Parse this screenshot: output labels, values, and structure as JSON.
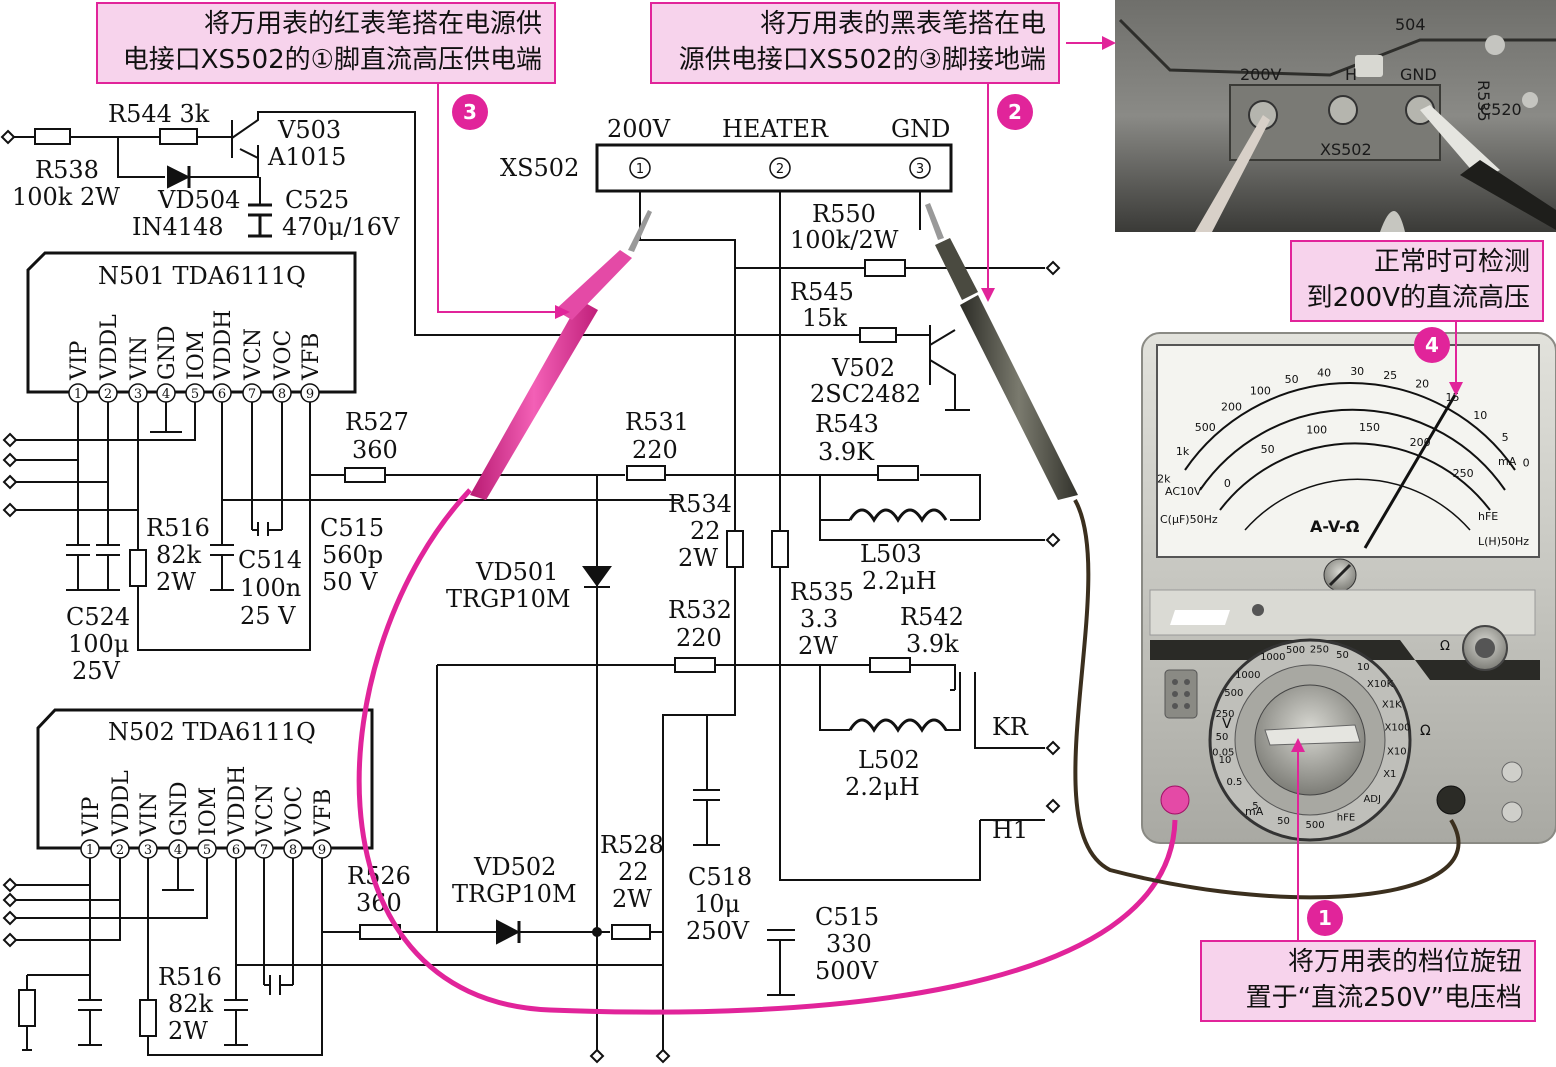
{
  "callouts": {
    "c1": {
      "line1": "将万用表的红表笔搭在电源供",
      "line2": "电接口XS502的①脚直流高压供电端"
    },
    "c2": {
      "line1": "将万用表的黑表笔搭在电",
      "line2": "源供电接口XS502的③脚接地端"
    },
    "c3": {
      "line1": "正常时可检测",
      "line2": "到200V的直流高压"
    },
    "c4": {
      "line1": "将万用表的档位旋钮",
      "line2": "置于“直流250V”电压档"
    }
  },
  "steps": {
    "s1": "1",
    "s2": "2",
    "s3": "3",
    "s4": "4"
  },
  "colors": {
    "accent": "#e1249a",
    "caption_bg": "#f7d3ec",
    "red_probe": "#e8339a",
    "black_probe": "#4a4a40"
  },
  "photo": {
    "label_504": "504",
    "label_200v": "200V",
    "label_h": "H",
    "label_gnd": "GND",
    "label_r535": "R535",
    "label_c520": "C520",
    "label_xs502": "XS502"
  },
  "connector": {
    "name": "XS502",
    "pin1": "200V",
    "pin2": "HEATER",
    "pin3": "GND",
    "n1": "1",
    "n2": "2",
    "n3": "3"
  },
  "components": {
    "r538": [
      "R538",
      "100k  2W"
    ],
    "r544": [
      "R544  3k"
    ],
    "vd504": [
      "VD504",
      "IN4148"
    ],
    "v503": [
      "V503",
      "A1015"
    ],
    "c525": [
      "C525",
      "470μ/16V"
    ],
    "r550": [
      "R550",
      "100k/2W"
    ],
    "r545": [
      "R545",
      "15k"
    ],
    "v502": [
      "V502",
      "2SC2482"
    ],
    "r527": [
      "R527",
      "360"
    ],
    "r531": [
      "R531",
      "220"
    ],
    "r543": [
      "R543",
      "3.9K"
    ],
    "r534": [
      "R534",
      "22",
      "2W"
    ],
    "l503": [
      "L503",
      "2.2μH"
    ],
    "r516a": [
      "R516",
      "82k",
      "2W"
    ],
    "c514": [
      "C514",
      "100n",
      "25 V"
    ],
    "c515a": [
      "C515",
      "560p",
      "50 V"
    ],
    "c524": [
      "C524",
      "100μ",
      "25V"
    ],
    "vd501": [
      "VD501",
      "TRGP10M"
    ],
    "r535": [
      "R535",
      "3.3",
      "2W"
    ],
    "r532": [
      "R532",
      "220"
    ],
    "r542": [
      "R542",
      "3.9k"
    ],
    "l502": [
      "L502",
      "2.2μH"
    ],
    "kr": [
      "KR"
    ],
    "h1": [
      "H1"
    ],
    "r526": [
      "R526",
      "360"
    ],
    "vd502": [
      "VD502",
      "TRGP10M"
    ],
    "r528": [
      "R528",
      "22",
      "2W"
    ],
    "c518": [
      "C518",
      "10μ",
      "250V"
    ],
    "c515b": [
      "C515",
      "330",
      "500V"
    ],
    "r516b": [
      "R516",
      "82k",
      "2W"
    ]
  },
  "ics": {
    "n501": {
      "title": "N501  TDA6111Q"
    },
    "n502": {
      "title": "N502  TDA6111Q"
    },
    "pins": [
      "VIP",
      "VDDL",
      "VIN",
      "GND",
      "IOM",
      "VDDH",
      "VCN",
      "VOC",
      "VFB"
    ],
    "nums": [
      "1",
      "2",
      "3",
      "4",
      "5",
      "6",
      "7",
      "8",
      "9"
    ]
  },
  "meter": {
    "scale_top": [
      "0",
      "5",
      "10",
      "15",
      "20",
      "25",
      "30",
      "40",
      "50",
      "100",
      "200",
      "500",
      "1k",
      "2k"
    ],
    "scale_mid": [
      "0",
      "50",
      "100",
      "150",
      "200",
      "250"
    ],
    "scale_mid2": [
      "0",
      "10",
      "20",
      "30",
      "40",
      "50"
    ],
    "ac_label": "AC10V",
    "cap_label": "C(μF)50Hz",
    "ind_label": "L(H)50Hz",
    "hfe_label": "hFE",
    "ma_label": "mA",
    "face_label": "A-V-Ω",
    "dial_labels": [
      "1000",
      "500",
      "250",
      "50",
      "10",
      "X10K",
      "X1K",
      "X100",
      "X10",
      "X1"
    ],
    "dial_lower": [
      "ADJ",
      "hFE",
      "500",
      "50",
      "5",
      "0.5",
      "0.05"
    ],
    "dial_left": [
      "10",
      "50",
      "250",
      "500",
      "1000"
    ],
    "ohm_label": "Ω",
    "v_label": "V",
    "ma_dial": "mA",
    "v_sym": "V",
    "ohm_adj": "Ω"
  }
}
